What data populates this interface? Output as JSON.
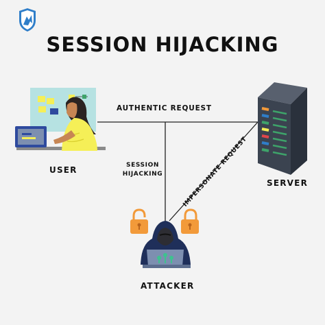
{
  "title": "SESSION HIJACKING",
  "nodes": {
    "user": "USER",
    "server": "SERVER",
    "attacker": "ATTACKER"
  },
  "edges": {
    "authentic": "AUTHENTIC REQUEST",
    "hijack_line1": "SESSION",
    "hijack_line2": "HIJACKING",
    "impersonate": "IMPERSONATE REQUEST"
  },
  "colors": {
    "background": "#f3f3f3",
    "line": "#222222",
    "server_body": "#3b4350",
    "attacker_hood": "#1f2f5a",
    "laptop": "#7d8fb0",
    "lock": "#f29a3a",
    "shirt": "#f5ef57"
  },
  "icons": [
    "shield-logo-icon",
    "user-at-laptop-icon",
    "server-rack-icon",
    "hooded-attacker-icon",
    "lock-icon"
  ]
}
